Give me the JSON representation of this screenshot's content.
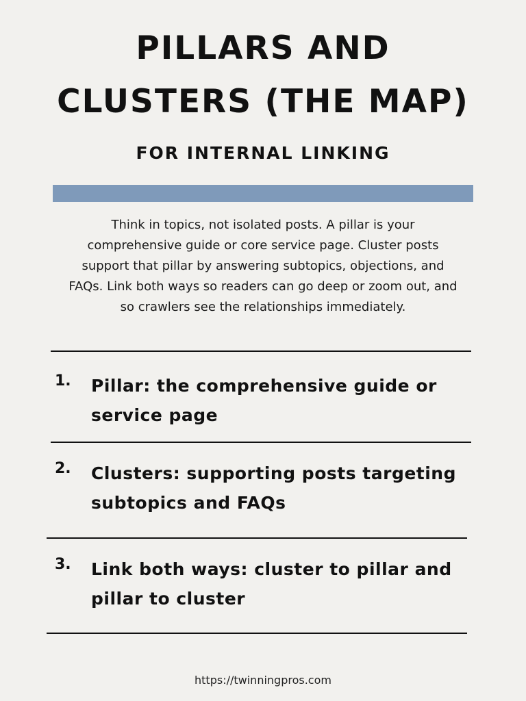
{
  "title_lines": [
    "PILLARS AND",
    "CLUSTERS (THE MAP)"
  ],
  "subtitle": "FOR INTERNAL LINKING",
  "accent_color": "#7f9aba",
  "intro": "Think in topics, not isolated posts. A pillar is your comprehensive guide or core service page. Cluster posts support that pillar by answering subtopics, objections, and FAQs. Link both ways so readers can go deep or zoom out, and so crawlers see the relationships immediately.",
  "items": [
    {
      "number": "1.",
      "text": "Pillar: the comprehensive guide or service page"
    },
    {
      "number": "2.",
      "text": "Clusters: supporting posts targeting subtopics and FAQs"
    },
    {
      "number": "3.",
      "text": "Link both ways: cluster to pillar and pillar to cluster"
    }
  ],
  "footer": "https://twinningpros.com"
}
